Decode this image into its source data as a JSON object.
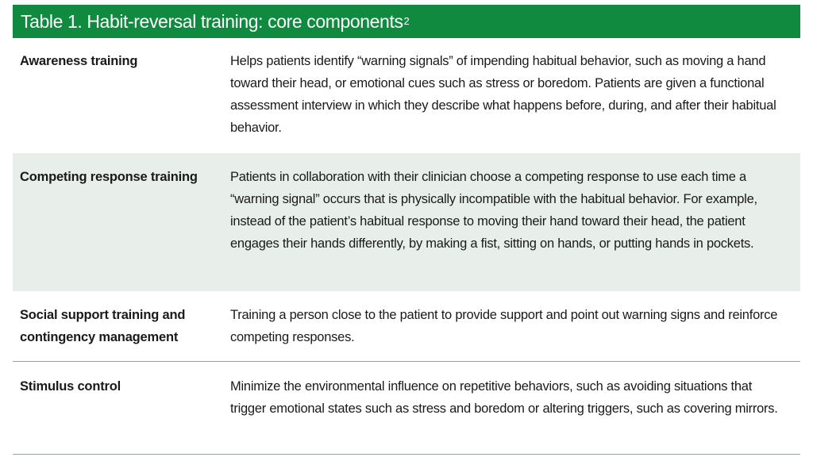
{
  "table": {
    "title": "Table 1. Habit-reversal training: core components",
    "title_footnote": "2",
    "rows": [
      {
        "term": "Awareness training",
        "description": "Helps patients identify “warning signals” of impending habitual behavior, such as moving a hand toward their head, or emotional cues such as stress or boredom. Patients are given a functional assessment interview in which they describe what happens before, during, and after their habitual behavior."
      },
      {
        "term": "Competing response training",
        "description": "Patients in collaboration with their clinician choose a competing response to use each time a “warning signal” occurs that is physically incompatible with the habitual behavior. For example, instead of the patient’s habitual response to moving their hand toward their head, the patient engages their hands differently, by making a fist, sitting on hands, or putting hands in pockets."
      },
      {
        "term": "Social support training and contingency management",
        "description": "Training a person close to the patient to provide support and point out warning signs and reinforce competing responses."
      },
      {
        "term": "Stimulus control",
        "description": "Minimize the environmental influence on repetitive behaviors, such as avoiding situations that trigger emotional states such as stress and boredom or altering triggers, such as covering mirrors."
      }
    ]
  },
  "colors": {
    "title_background": "#0f8a3f",
    "title_text": "#ffffff",
    "shaded_row": "#e8efea",
    "divider": "#9aa39b"
  }
}
